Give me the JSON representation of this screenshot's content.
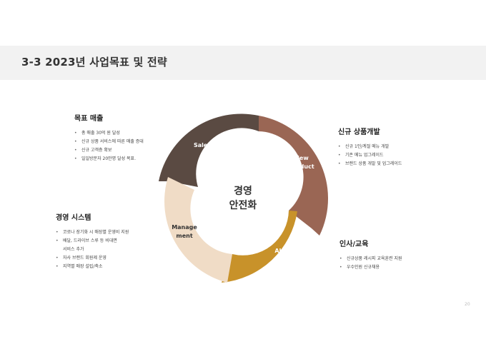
{
  "header": {
    "title": "3-3 2023년 사업목표 및 전략"
  },
  "center": {
    "line1": "경영",
    "line2": "안전화"
  },
  "segments": {
    "sales": {
      "label": "Sales",
      "color": "#5a4a42"
    },
    "new_product": {
      "label1": "New",
      "label2": "Product",
      "color": "#9a6654"
    },
    "ability": {
      "label": "Ability",
      "color": "#c8922a"
    },
    "management": {
      "label1": "Manage",
      "label2": "ment",
      "color": "#f0dcc6"
    }
  },
  "blocks": {
    "goal_sales": {
      "title": "목표 매출",
      "items": [
        "총 매출 30억 원 달성",
        "신규 상품 서비스에 따른 매출 증대",
        "신규 고객층 확보",
        "일일방문자 20만명 달성 목표."
      ]
    },
    "new_product": {
      "title": "신규 상품개발",
      "items": [
        "신규 1인/계절 메뉴 개발",
        "기존 메뉴 업그레이드",
        "브랜드 상품 개발 및 업그레이드"
      ]
    },
    "management_system": {
      "title": "경영 시스템",
      "items": [
        "코로나 장기화 시 매장별 운영비 지원",
        "배달, 드라이브 스루 등 비대면",
        "서비스 추가",
        "자사 브랜드 회원제 운영",
        "지역별 매장 설립/축소"
      ]
    },
    "hr_education": {
      "title": "인사/교육",
      "items": [
        "신규상품 레시피 교육훈련 지원",
        "우수인원 신규채용"
      ]
    }
  },
  "page_number": "20"
}
